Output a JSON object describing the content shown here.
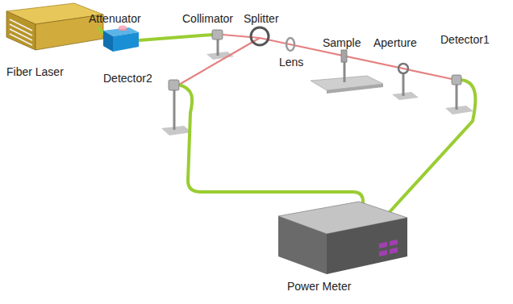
{
  "diagram": {
    "labels": [
      "Fiber Laser",
      "Attenuator",
      "Collimator",
      "Splitter",
      "Lens",
      "Sample",
      "Aperture",
      "Detector1",
      "Detector2",
      "Power Meter"
    ]
  }
}
